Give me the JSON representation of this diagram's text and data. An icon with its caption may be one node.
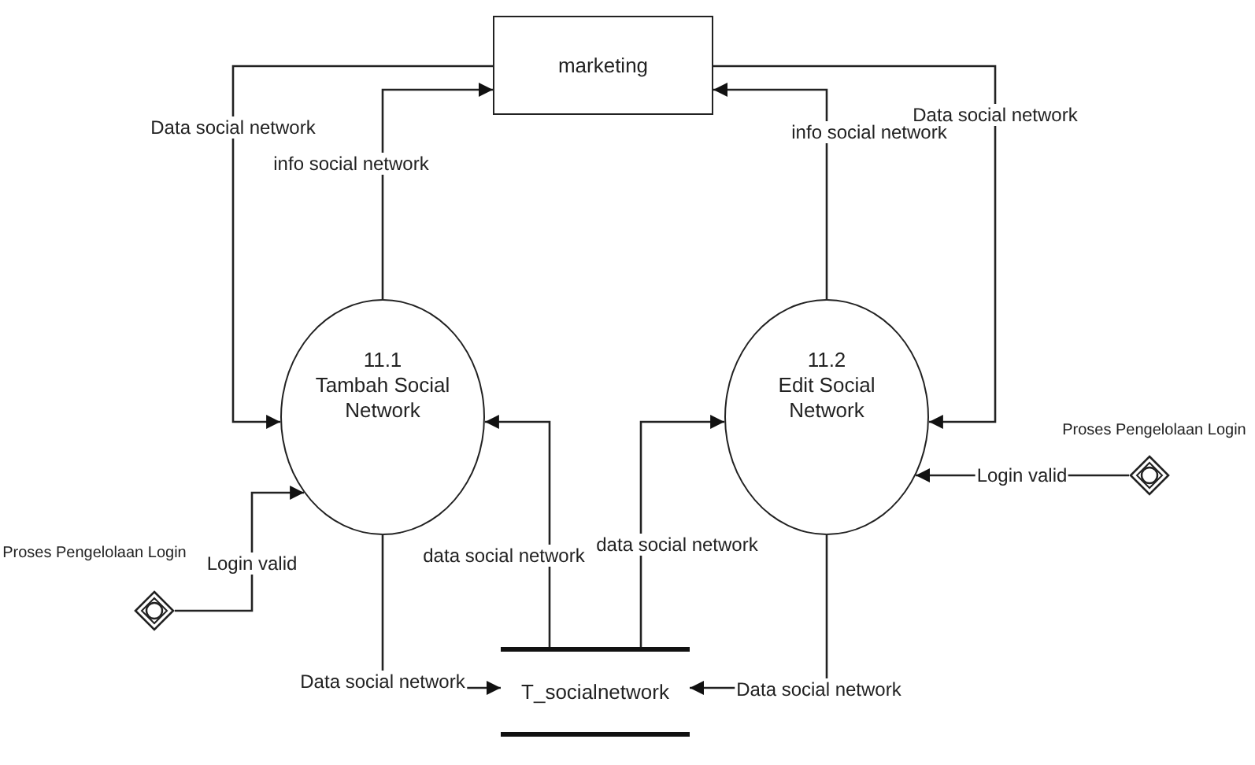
{
  "diagram": {
    "nodes": [
      {
        "text": [
          "marketing"
        ]
      },
      {
        "text": [
          "11.1",
          "Tambah Social Network"
        ]
      },
      {
        "text": [
          "11.2",
          "Edit Social Network"
        ]
      },
      {
        "text": [
          "T_socialnetwork"
        ]
      },
      {
        "text": [
          "Proses Pengelolaan Login"
        ]
      },
      {
        "text": [
          "Proses Pengelolaan Login"
        ]
      }
    ],
    "edges": [
      {
        "from": 0,
        "to": 1,
        "arrow": "to",
        "label": "Data social network"
      },
      {
        "from": 1,
        "to": 0,
        "arrow": "to",
        "label": "info social network"
      },
      {
        "from": 2,
        "to": 0,
        "arrow": "to",
        "label": "info social network"
      },
      {
        "from": 0,
        "to": 2,
        "arrow": "to",
        "label": "Data social network"
      },
      {
        "from": 4,
        "to": 1,
        "arrow": "to",
        "label": "Login valid"
      },
      {
        "from": 5,
        "to": 2,
        "arrow": "to",
        "label": "Login valid"
      },
      {
        "from": 3,
        "to": 1,
        "arrow": "to",
        "label": "data social network"
      },
      {
        "from": 3,
        "to": 2,
        "arrow": "to",
        "label": "data social network"
      },
      {
        "from": 1,
        "to": 3,
        "arrow": "to",
        "label": "Data social network"
      },
      {
        "from": 2,
        "to": 3,
        "arrow": "to",
        "label": "Data social network"
      }
    ]
  }
}
